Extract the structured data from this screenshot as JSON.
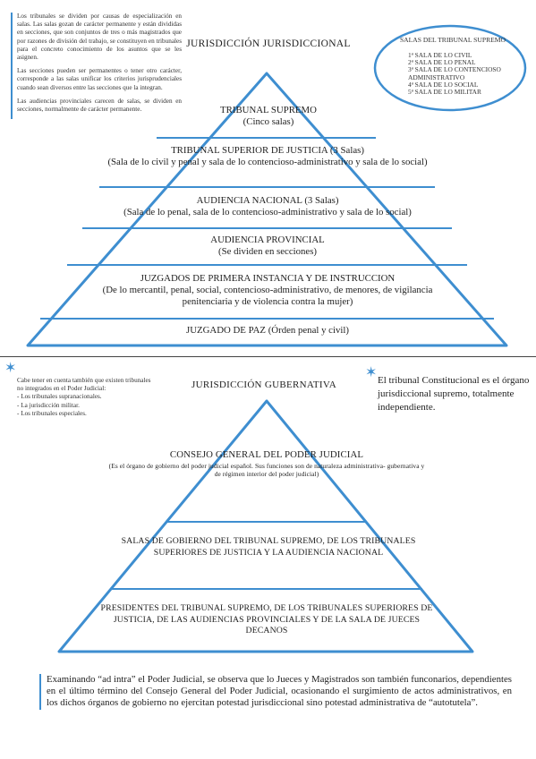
{
  "top_note": {
    "para1": "Los tribunales se dividen por causas de especialización en salas. Las salas gozan de carácter permanente y están divididas en secciones, que son conjuntos de tres o más magistrados que por razones de división del trabajo, se constituyen en tribunales para el concreto conocimiento de los asuntos que se les asignen.",
    "para2": "Las secciones pueden ser permanentes o tener otro carácter, corresponde a las salas unificar los criterios jurisprudenciales cuando sean diversos entre las secciones que la integran.",
    "para3": "Las audiencias provinciales carecen de salas, se dividen en secciones, normalmente de carácter permanente."
  },
  "jurisdiccional": {
    "title": "JURISDICCIÓN JURISDICCIONAL",
    "tiers": [
      {
        "title": "TRIBUNAL SUPREMO",
        "sub": "(Cinco salas)"
      },
      {
        "title": "TRIBUNAL SUPERIOR DE JUSTICIA (3 Salas)",
        "sub": "(Sala de lo civil y penal y sala de lo contencioso-administrativo y sala de lo social)"
      },
      {
        "title": "AUDIENCIA NACIONAL (3 Salas)",
        "sub": "(Sala de lo penal, sala de lo contencioso-administrativo y sala de lo social)"
      },
      {
        "title": "AUDIENCIA PROVINCIAL",
        "sub": "(Se dividen en secciones)"
      },
      {
        "title": "JUZGADOS DE PRIMERA INSTANCIA Y DE  INSTRUCCION",
        "sub": "(De lo mercantil, penal, social, contencioso-administrativo, de menores, de vigilancia penitenciaria y de violencia contra la mujer)"
      },
      {
        "title": "JUZGADO DE PAZ (Órden penal y civil)",
        "sub": ""
      }
    ]
  },
  "salas": {
    "title": "SALAS DEL TRIBUNAL SUPREMO",
    "items": [
      "1ª SALA DE LO CIVIL",
      "2ª SALA DE LO PENAL",
      "3ª SALA DE LO CONTENCIOSO ADMINISTRATIVO",
      "4ª SALA DE LO SOCIAL",
      "5ª SALA DE LO MILITAR"
    ]
  },
  "side_note": {
    "intro": "Cabe tener en cuenta también que existen tribunales no integrados en el Poder Judicial:",
    "items": [
      "- Los tribunales supranacionales.",
      "- La jurisdicción militar.",
      "- Los tribunales especiales."
    ]
  },
  "gubernativa": {
    "title": "JURISDICCIÓN GUBERNATIVA",
    "tiers": [
      {
        "title": "CONSEJO GENERAL DEL PODER JUDICIAL",
        "sub": "(Es el órgano de gobierno del poder judicial español. Sus funciones son de naturaleza administrativa- gubernativa y de régimen interior del poder judicial)"
      },
      {
        "title": "SALAS DE GOBIERNO DEL TRIBUNAL SUPREMO, DE LOS TRIBUNALES SUPERIORES DE JUSTICIA Y LA AUDIENCIA NACIONAL",
        "sub": ""
      },
      {
        "title": "PRESIDENTES DEL TRIBUNAL SUPREMO, DE LOS TRIBUNALES SUPERIORES DE JUSTICIA, DE LAS AUDIENCIAS PROVINCIALES Y DE LA SALA DE JUECES DECANOS",
        "sub": ""
      }
    ]
  },
  "constitucional_note": "El tribunal Constitucional es el órgano jurisdiccional supremo, totalmente independiente.",
  "final_note": "Examinando “ad intra” el Poder Judicial, se observa que lo Jueces y Magistrados son también funconarios, dependientes en el último término del Consejo General del Poder Judicial, ocasionando el surgimiento de actos administrativos, en los dichos órganos de gobierno no ejercitan potestad jurisdiccional sino potestad administrativa de “autotutela”.",
  "colors": {
    "accent": "#3e8ed0",
    "text": "#222222"
  }
}
